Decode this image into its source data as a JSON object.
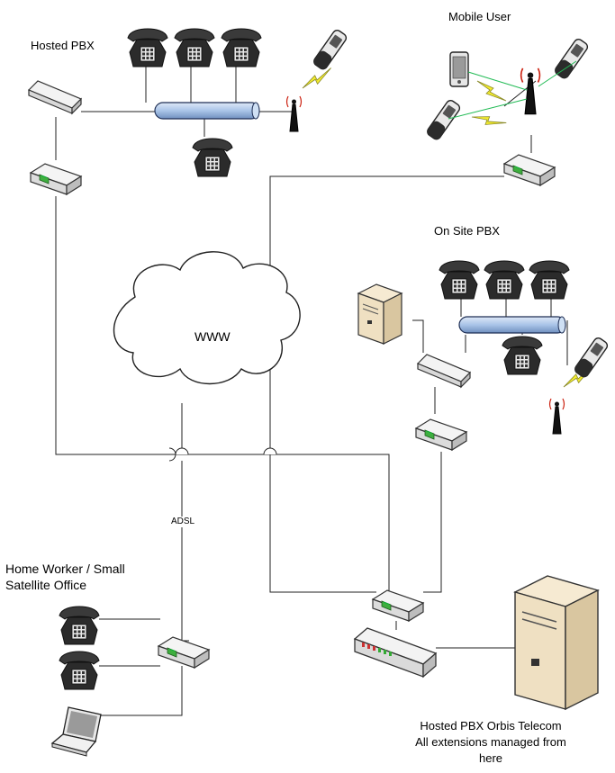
{
  "labels": {
    "hosted_pbx": "Hosted PBX",
    "mobile_user": "Mobile User",
    "on_site_pbx": "On Site PBX",
    "cloud": "WWW",
    "adsl": "ADSL",
    "home_worker_line1": "Home Worker / Small",
    "home_worker_line2": "Satellite Office",
    "orbis_line1": "Hosted PBX Orbis Telecom",
    "orbis_line2": "All extensions managed from",
    "orbis_line3": "here"
  },
  "colors": {
    "line": "#222222",
    "bus_fill": "#a9c4e8",
    "bus_stroke": "#1f2f55",
    "device_fill": "#eeeeee",
    "device_stroke": "#333333",
    "phone_fill": "#2b2b2b",
    "lightning_fill": "#f4ec2f",
    "server_fill": "#efe0c2",
    "router_accent": "#3fae3f"
  },
  "icons": [
    "desk-phone-icon",
    "mobile-phone-icon",
    "smartphone-icon",
    "antenna-icon",
    "switch-icon",
    "router-icon",
    "server-icon",
    "laptop-icon",
    "cloud-icon",
    "lightning-icon",
    "bus-icon"
  ]
}
